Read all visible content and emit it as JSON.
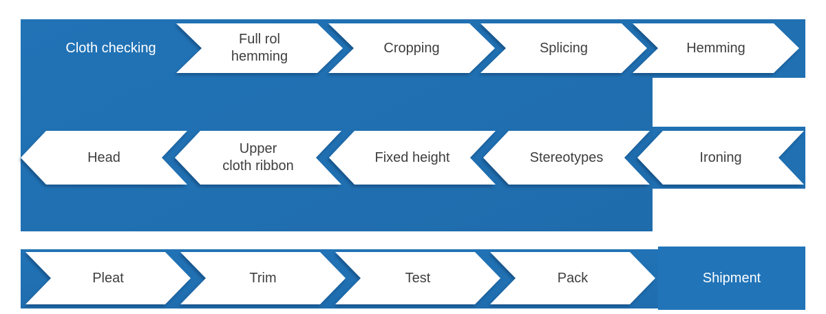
{
  "diagram": {
    "type": "process-flow",
    "colors": {
      "board_blue": "#2070B2",
      "chevron_fill": "#FFFFFF",
      "step_text": "#3E3E3E",
      "highlight_text": "#FFFFFF"
    },
    "rows": [
      {
        "direction": "left-to-right",
        "start": "Cloth checking",
        "steps": [
          "Full rol\nhemming",
          "Cropping",
          "Splicing",
          "Hemming"
        ]
      },
      {
        "direction": "right-to-left",
        "steps": [
          "Ironing",
          "Stereotypes",
          "Fixed height",
          "Upper\ncloth ribbon",
          "Head"
        ]
      },
      {
        "direction": "left-to-right",
        "steps": [
          "Pleat",
          "Trim",
          "Test",
          "Pack"
        ],
        "end": "Shipment"
      }
    ]
  }
}
